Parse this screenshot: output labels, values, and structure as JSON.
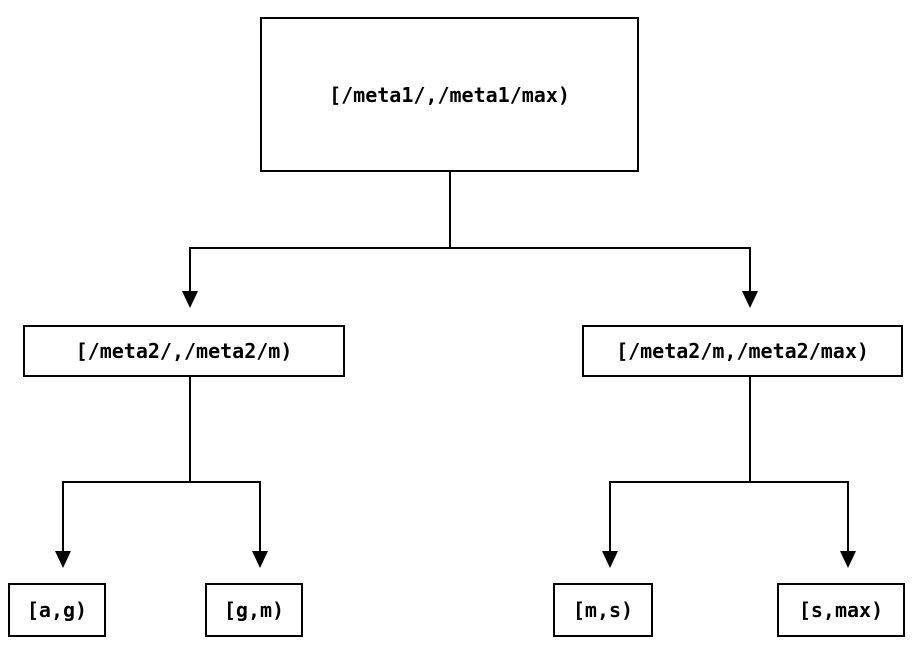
{
  "diagram": {
    "type": "binary-interval-tree",
    "nodes": {
      "root": {
        "label": "[/meta1/,/meta1/max)"
      },
      "left": {
        "label": "[/meta2/,/meta2/m)"
      },
      "right": {
        "label": "[/meta2/m,/meta2/max)"
      },
      "left_left": {
        "label": "[a,g)"
      },
      "left_right": {
        "label": "[g,m)"
      },
      "right_left": {
        "label": "[m,s)"
      },
      "right_right": {
        "label": "[s,max)"
      }
    },
    "edges": [
      {
        "from": "root",
        "to": "left"
      },
      {
        "from": "root",
        "to": "right"
      },
      {
        "from": "left",
        "to": "left_left"
      },
      {
        "from": "left",
        "to": "left_right"
      },
      {
        "from": "right",
        "to": "right_left"
      },
      {
        "from": "right",
        "to": "right_right"
      }
    ],
    "colors": {
      "background": "#ffffff",
      "box_border": "#000000",
      "text": "#000000",
      "line": "#000000"
    }
  }
}
